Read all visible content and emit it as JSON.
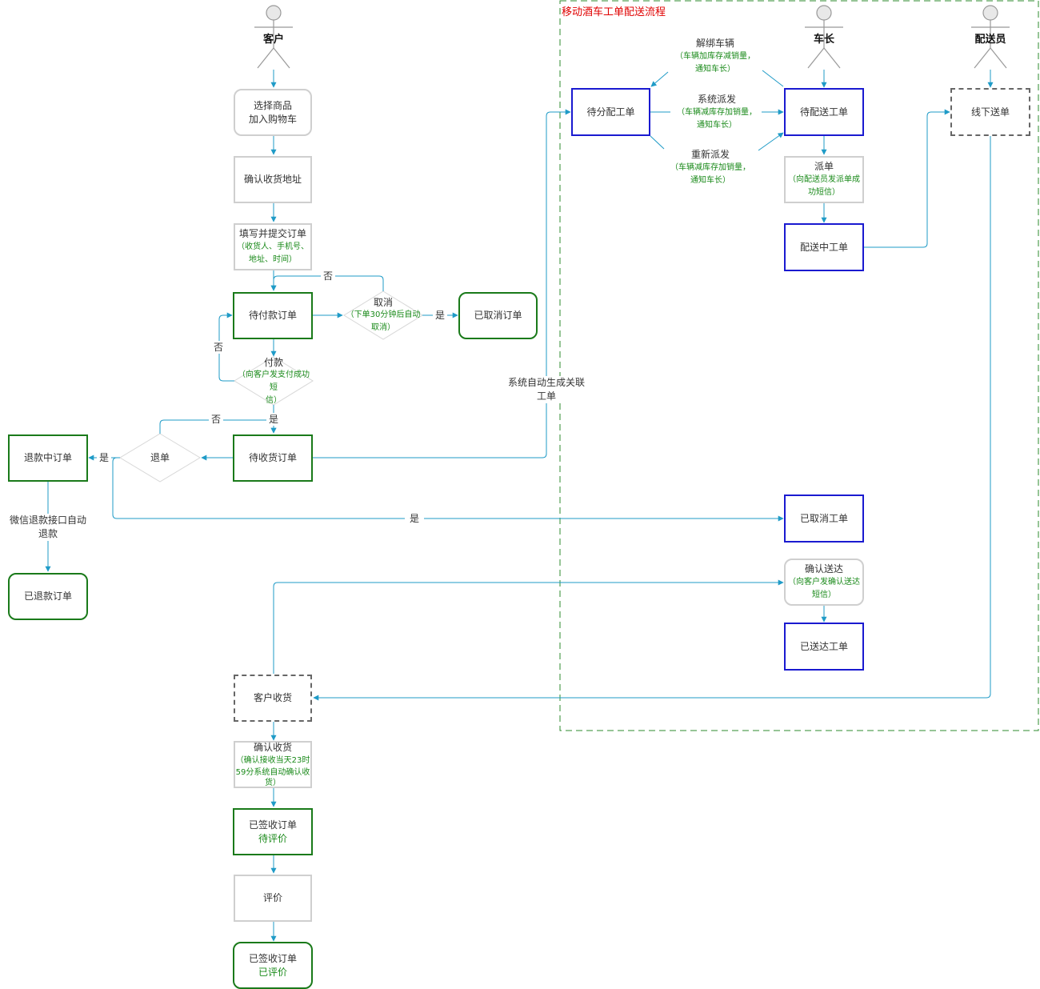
{
  "frame_title": "移动酒车工单配送流程",
  "actors": {
    "customer": "客户",
    "captain": "车长",
    "courier": "配送员"
  },
  "nodes": {
    "select_goods": [
      "选择商品",
      "加入购物车"
    ],
    "confirm_address": "确认收货地址",
    "fill_order": {
      "title": "填写并提交订单",
      "note": [
        "（收货人、手机号、",
        "地址、时间）"
      ]
    },
    "pending_payment": "待付款订单",
    "cancel": {
      "title": "取消",
      "note": [
        "（下单30分钟后自动",
        "取消）"
      ]
    },
    "cancelled_order": "已取消订单",
    "pay": {
      "title": "付款",
      "note": [
        "（向客户发支付成功短",
        "信）"
      ]
    },
    "pending_receipt": "待收货订单",
    "refund": "退单",
    "refunding_order": "退款中订单",
    "wechat_refund": [
      "微信退款接口自动",
      "退款"
    ],
    "refunded_order": "已退款订单",
    "pending_assign_ticket": "待分配工单",
    "unbind": {
      "title": "解绑车辆",
      "note": [
        "（车辆加库存减销量，",
        "通知车长）"
      ]
    },
    "system_dispatch": {
      "title": "系统派发",
      "note": [
        "（车辆减库存加销量，",
        "通知车长）"
      ]
    },
    "redispatch": {
      "title": "重新派发",
      "note": [
        "（车辆减库存加销量，",
        "通知车长）"
      ]
    },
    "pending_delivery_ticket": "待配送工单",
    "dispatch": {
      "title": "派单",
      "note": [
        "（向配送员发派单成",
        "功短信）"
      ]
    },
    "delivering_ticket": "配送中工单",
    "offline_delivery": "线下送单",
    "auto_generate": [
      "系统自动生成关联",
      "工单"
    ],
    "cancelled_ticket": "已取消工单",
    "confirm_delivered": {
      "title": "确认送达",
      "note": [
        "（向客户发确认送达",
        "短信）"
      ]
    },
    "delivered_ticket": "已送达工单",
    "customer_receive": "客户收货",
    "confirm_receipt": {
      "title": "确认收货",
      "note": [
        "（确认接收当天23时",
        "59分系统自动确认收",
        "货）"
      ]
    },
    "signed_pending_review": {
      "title": "已签收订单",
      "status": "待评价"
    },
    "review": "评价",
    "signed_reviewed": {
      "title": "已签收订单",
      "status": "已评价"
    }
  },
  "edge_labels": {
    "no": "否",
    "yes": "是"
  },
  "colors": {
    "line": "#1f9bc7",
    "green": "#1a7a1a",
    "blue": "#1a1ad0",
    "red": "#e00000"
  }
}
